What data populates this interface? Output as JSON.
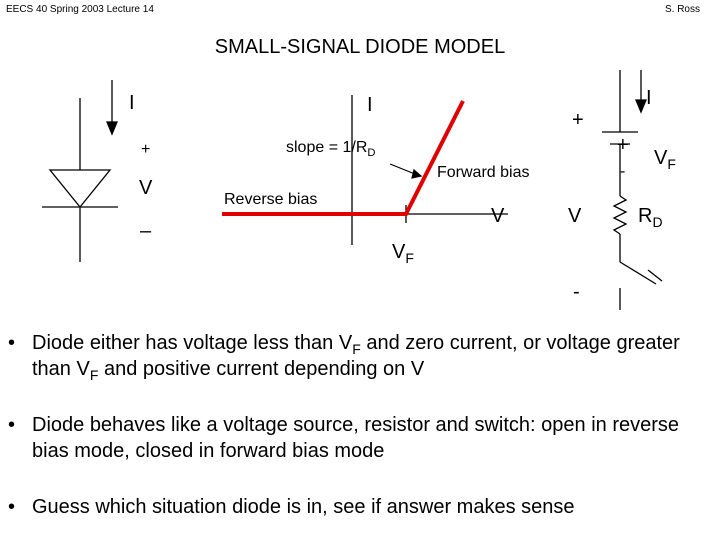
{
  "header": {
    "course": "EECS 40 Spring 2003 Lecture 14",
    "author": "S. Ross"
  },
  "title": "SMALL-SIGNAL DIODE MODEL",
  "diode_symbol": {
    "current_label": "I",
    "plus": "+",
    "voltage": "V",
    "minus": "–"
  },
  "iv_plot": {
    "y_axis_label": "I",
    "x_axis_label": "V",
    "slope_label": "slope = 1/R",
    "slope_sub": "D",
    "forward_label": "Forward bias",
    "reverse_label": "Reverse bias",
    "vf_label": "V",
    "vf_sub": "F",
    "curve_color": "#e00000"
  },
  "circuit": {
    "current_label": "I",
    "top_plus": "+",
    "src_plus": "+",
    "src_minus": "-",
    "vf_label": "V",
    "vf_sub": "F",
    "v_label": "V",
    "rd_label": "R",
    "rd_sub": "D",
    "bottom_minus": "-"
  },
  "bullets": [
    {
      "p1": "Diode either has voltage less than V",
      "s1": "F",
      "p2": " and zero current, or voltage greater than V",
      "s2": "F",
      "p3": " and positive current depending on V"
    },
    {
      "text": "Diode behaves like a voltage source, resistor and switch: open in reverse bias mode, closed in forward bias mode"
    },
    {
      "text": "Guess which situation diode is in, see if answer makes sense"
    }
  ],
  "bullet_glyph": "•"
}
